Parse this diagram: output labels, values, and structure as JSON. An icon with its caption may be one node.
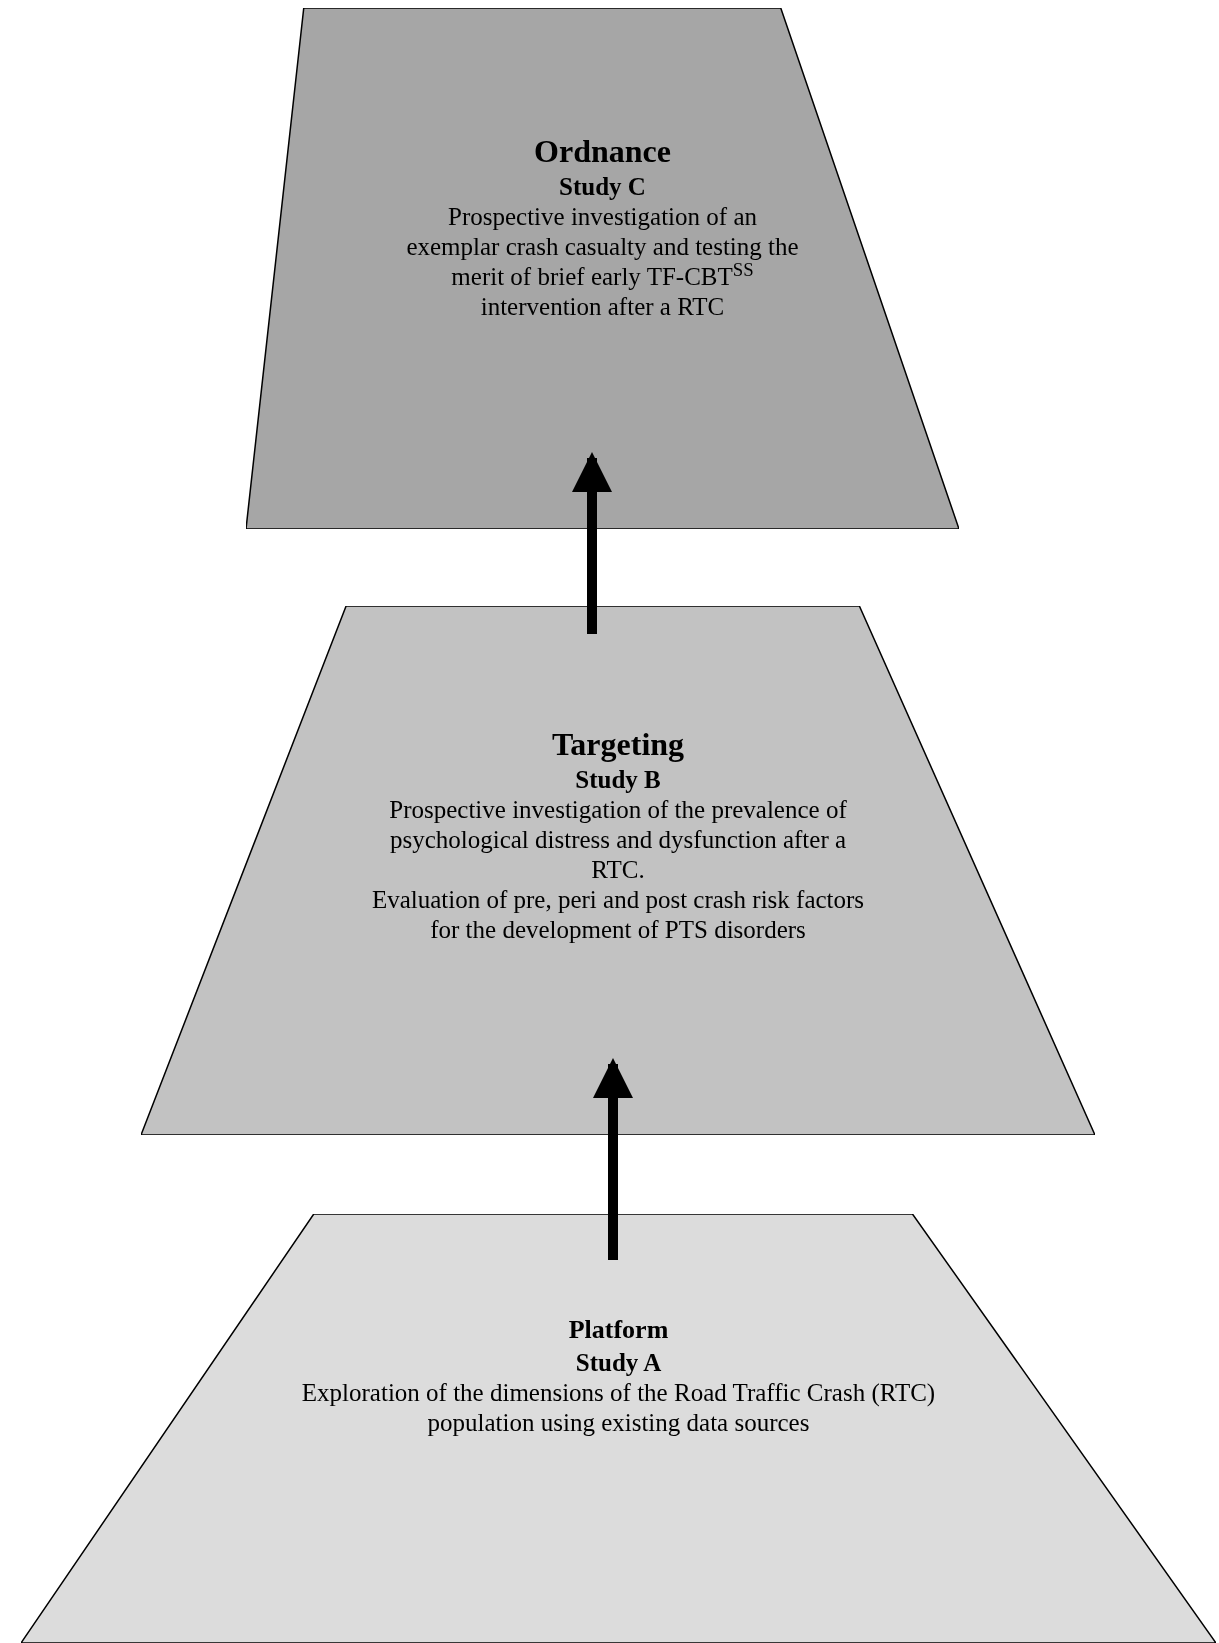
{
  "diagram": {
    "nodes": [
      {
        "text": [
          "Ordnance",
          "Study C",
          "Prospective investigation of an exemplar crash casualty and testing the merit of brief early TF-CBT$^{SS}$ intervention after a RTC"
        ]
      },
      {
        "text": [
          "Targeting",
          "Study B",
          "Prospective investigation of the prevalence of psychological distress and dysfunction after a RTC.",
          "Evaluation of pre, peri and post crash risk factors for the development of PTS disorders"
        ]
      },
      {
        "text": [
          "Platform",
          "Study A",
          "Exploration of the dimensions of the Road Traffic Crash (RTC) population using existing data sources"
        ]
      }
    ],
    "edges": [
      {
        "from": 2,
        "to": 1,
        "arrow": "to"
      },
      {
        "from": 1,
        "to": 0,
        "arrow": "to"
      }
    ]
  }
}
